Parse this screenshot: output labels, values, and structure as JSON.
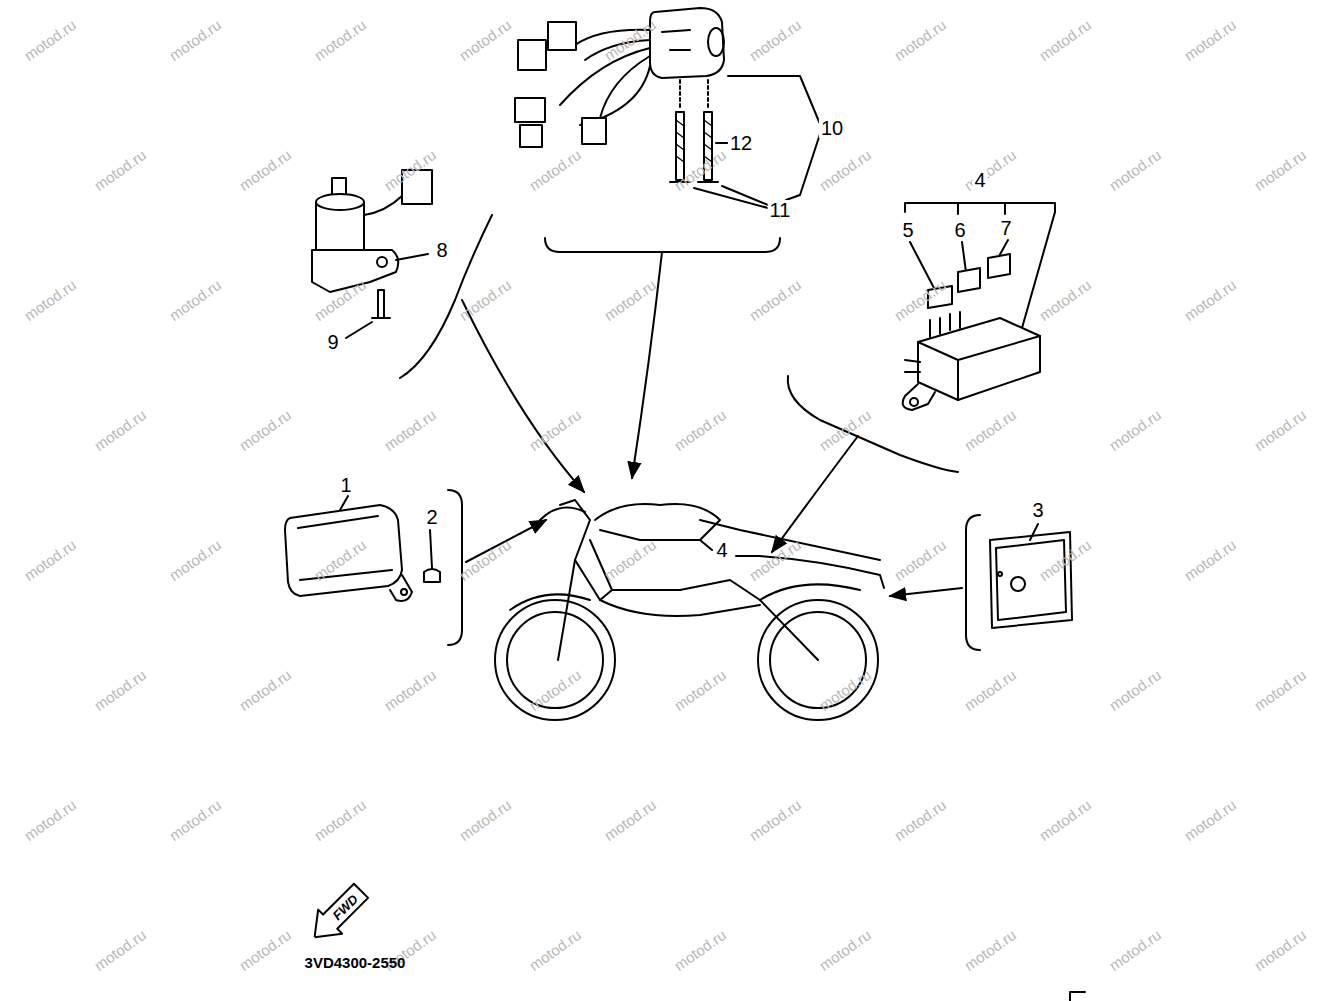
{
  "diagram": {
    "nodes": [
      {
        "text": [
          "FWD"
        ]
      }
    ],
    "labels": [
      "10",
      "12",
      "4",
      "11",
      "5",
      "6",
      "7",
      "8",
      "9",
      "1",
      "2",
      "4",
      "3",
      "3VD4300-2550",
      "motod.ru",
      "motod.ru",
      "motod.ru",
      "motod.ru",
      "motod.ru",
      "motod.ru",
      "motod.ru",
      "motod.ru",
      "motod.ru",
      "motod.ru",
      "motod.ru",
      "motod.ru",
      "motod.ru",
      "motod.ru",
      "motod.ru",
      "motod.ru",
      "motod.ru",
      "motod.ru",
      "motod.ru",
      "motod.ru",
      "motod.ru",
      "motod.ru",
      "motod.ru",
      "motod.ru",
      "motod.ru",
      "motod.ru",
      "motod.ru",
      "motod.ru",
      "motod.ru",
      "motod.ru",
      "motod.ru",
      "motod.ru",
      "motod.ru",
      "motod.ru",
      "motod.ru",
      "motod.ru",
      "motod.ru",
      "motod.ru",
      "motod.ru",
      "motod.ru",
      "motod.ru",
      "motod.ru",
      "motod.ru",
      "motod.ru",
      "motod.ru",
      "motod.ru",
      "motod.ru",
      "motod.ru",
      "motod.ru",
      "motod.ru",
      "motod.ru",
      "motod.ru",
      "motod.ru",
      "motod.ru",
      "motod.ru",
      "motod.ru",
      "motod.ru",
      "motod.ru",
      "motod.ru",
      "motod.ru",
      "motod.ru",
      "motod.ru",
      "motod.ru",
      "motod.ru",
      "motod.ru",
      "motod.ru",
      "motod.ru",
      "motod.ru",
      "motod.ru",
      "motod.ru",
      "motod.ru",
      "motod.ru"
    ]
  }
}
